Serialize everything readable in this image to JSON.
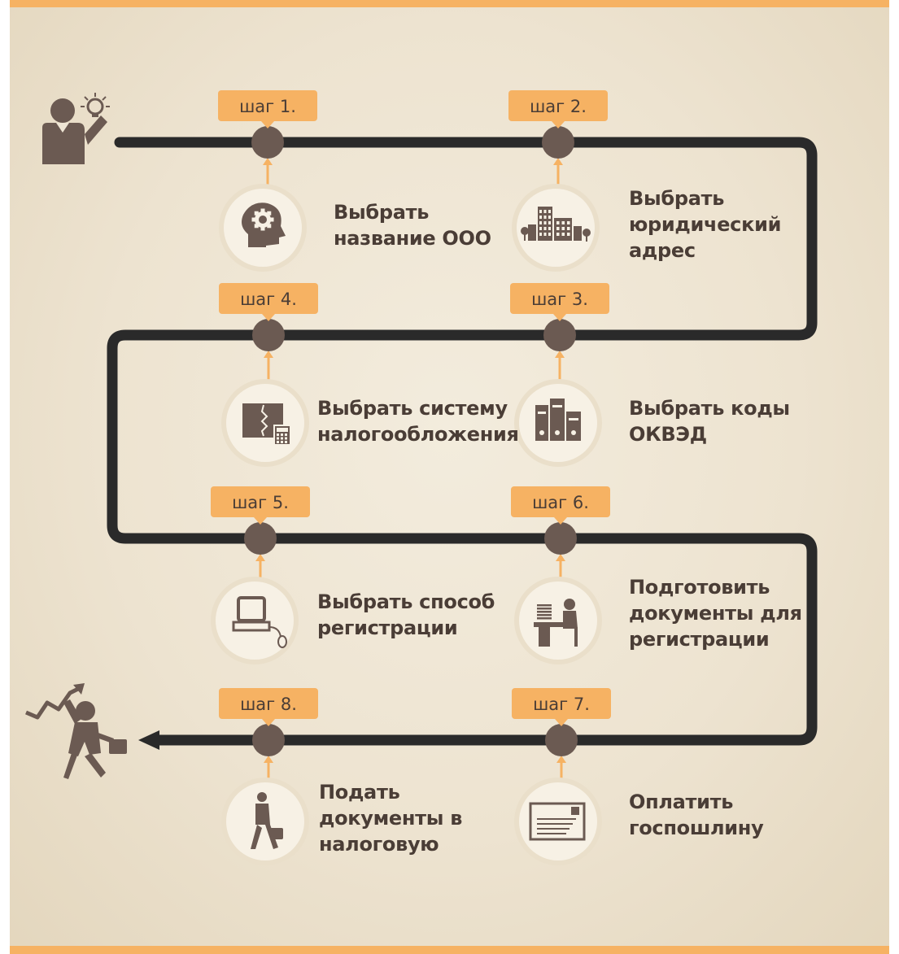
{
  "colors": {
    "background": "#efe6d5",
    "accent": "#f6b263",
    "path_line": "#2a2a2a",
    "node": "#6b5a52",
    "icon": "#6b5a52",
    "text": "#4a3d36",
    "circle_fill": "#f7f1e5"
  },
  "start_icon": "businessman-idea-icon",
  "end_icon": "businessman-success-icon",
  "steps": [
    {
      "badge": "шаг 1.",
      "label": "Выбрать\nназвание ООО",
      "icon": "head-gear-icon"
    },
    {
      "badge": "шаг 2.",
      "label": "Выбрать\nюридический\nадрес",
      "icon": "buildings-icon"
    },
    {
      "badge": "шаг 3.",
      "label": "Выбрать коды\nОКВЭД",
      "icon": "binders-icon"
    },
    {
      "badge": "шаг 4.",
      "label": "Выбрать систему\nналогообложения",
      "icon": "ledger-calculator-icon"
    },
    {
      "badge": "шаг 5.",
      "label": "Выбрать способ\nрегистрации",
      "icon": "computer-icon"
    },
    {
      "badge": "шаг 6.",
      "label": "Подготовить\nдокументы для\nрегистрации",
      "icon": "office-worker-icon"
    },
    {
      "badge": "шаг 7.",
      "label": "Оплатить\nгоспошлину",
      "icon": "envelope-icon"
    },
    {
      "badge": "шаг 8.",
      "label": "Подать\nдокументы в\nналоговую",
      "icon": "walking-man-icon"
    }
  ]
}
